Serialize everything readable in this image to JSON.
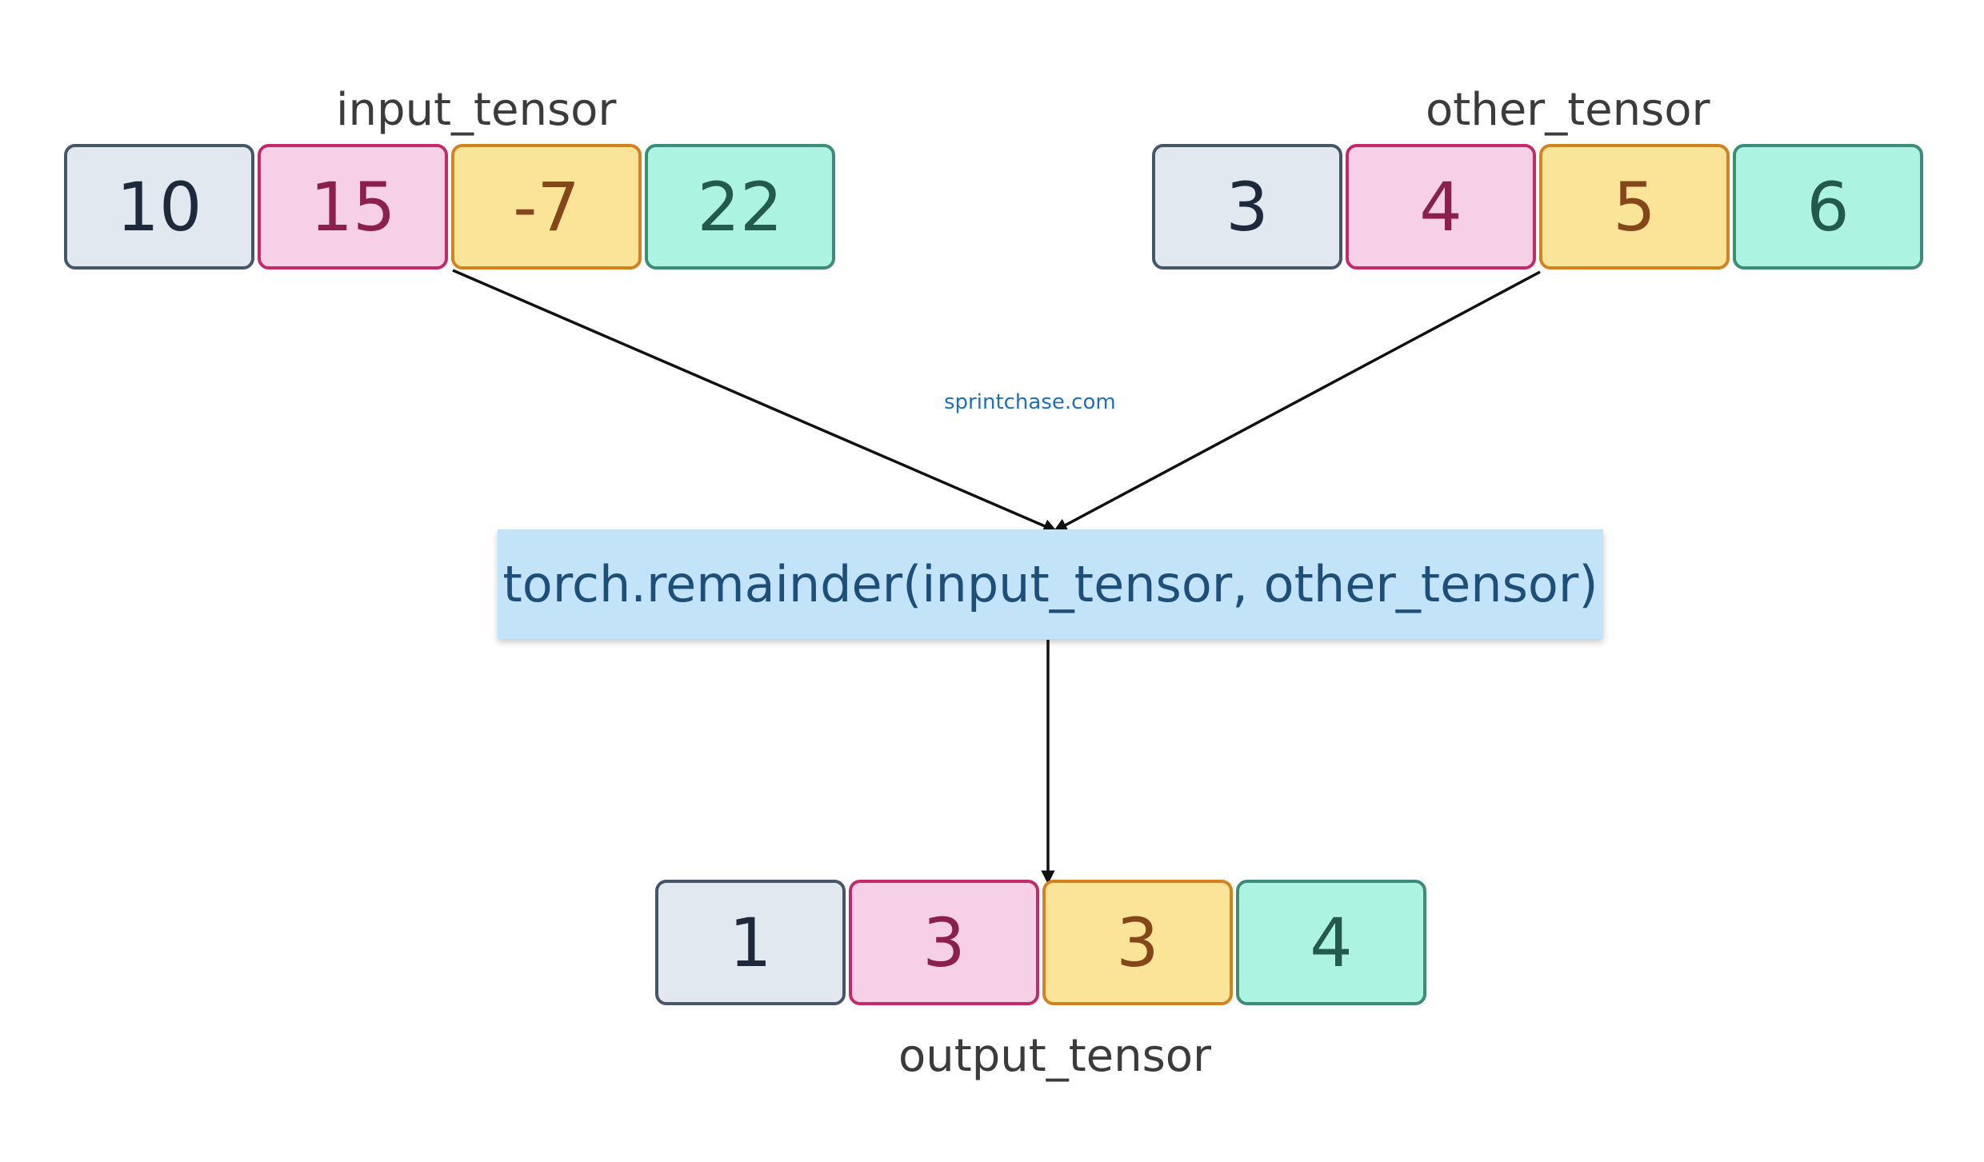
{
  "input_tensor": {
    "label": "input_tensor",
    "values": [
      "10",
      "15",
      "-7",
      "22"
    ]
  },
  "other_tensor": {
    "label": "other_tensor",
    "values": [
      "3",
      "4",
      "5",
      "6"
    ]
  },
  "function": {
    "text": "torch.remainder(input_tensor, other_tensor)"
  },
  "output_tensor": {
    "label": "output_tensor",
    "values": [
      "1",
      "3",
      "3",
      "4"
    ]
  },
  "watermark": "sprintchase.com",
  "colors": {
    "cell_0": "#e2e8f0",
    "cell_1": "#f5d0e6",
    "cell_2": "#f9e498",
    "cell_3": "#adf3e1",
    "function_box": "#c2e3f8",
    "arrow": "#111111"
  }
}
